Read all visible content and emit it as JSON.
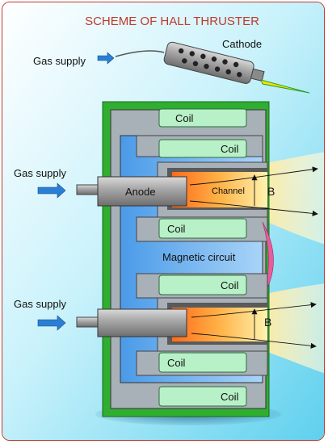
{
  "title": "SCHEME OF HALL THRUSTER",
  "labels": {
    "cathode": "Cathode",
    "gas_supply_top": "Gas supply",
    "gas_supply_mid": "Gas supply",
    "gas_supply_bottom": "Gas supply",
    "anode": "Anode",
    "channel": "Channel",
    "b_top": "B",
    "b_bottom": "B",
    "magnetic_circuit": "Magnetic circuit",
    "coil_1": "Coil",
    "coil_2": "Coil",
    "coil_3": "Coil",
    "coil_4": "Coil",
    "coil_5": "Coil",
    "coil_6": "Coil"
  },
  "colors": {
    "title": "#c0392b",
    "outer_body": "#2fae2f",
    "magnetic_circuit": "#a8b0b8",
    "inner_field": "#5aa8f0",
    "coil_fill": "#b8f0c8",
    "plume": "#fdf0a0",
    "arrow": "#2a7fd4"
  }
}
